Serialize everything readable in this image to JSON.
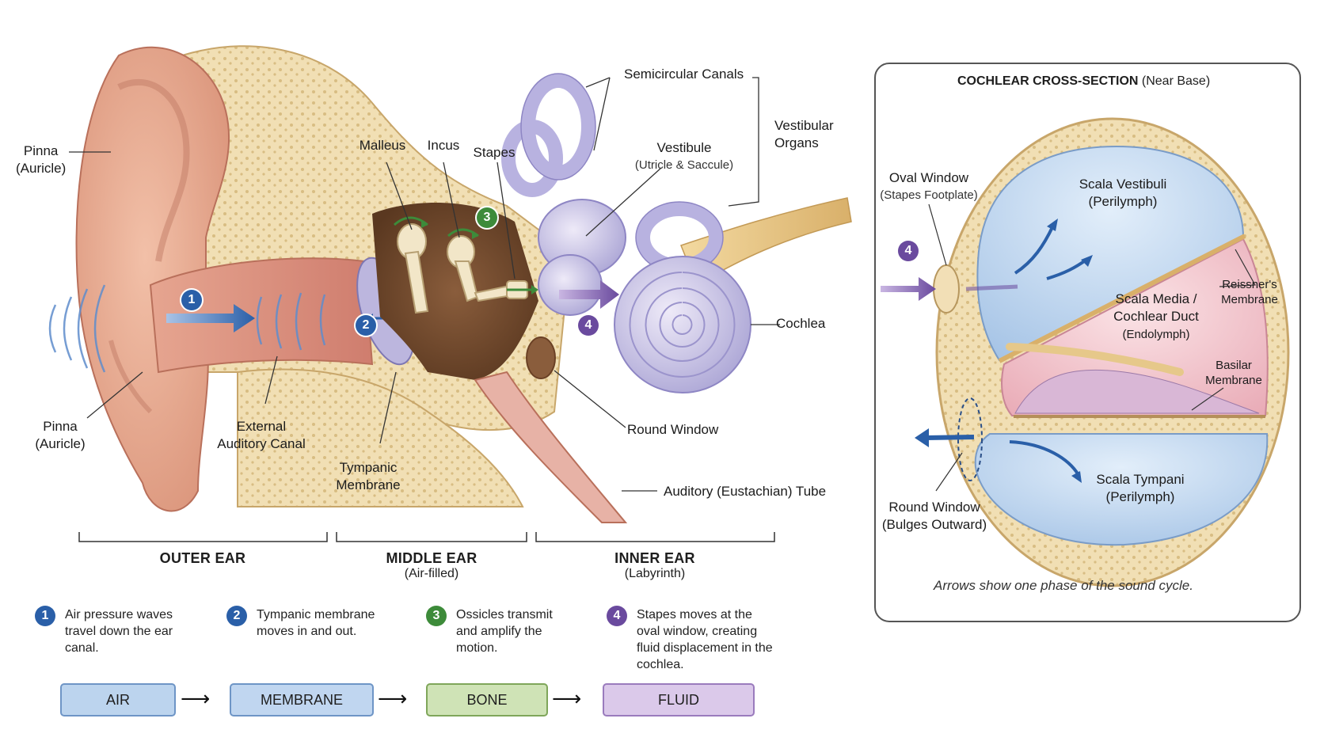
{
  "labels": {
    "pinna_top": "Pinna",
    "pinna_top_sub": "(Auricle)",
    "pinna_bottom": "Pinna",
    "pinna_bottom_sub": "(Auricle)",
    "ext_canal_1": "External",
    "ext_canal_2": "Auditory Canal",
    "malleus": "Malleus",
    "incus": "Incus",
    "stapes": "Stapes",
    "tympanic_1": "Tympanic",
    "tympanic_2": "Membrane",
    "semicircular": "Semicircular Canals",
    "vestibular_1": "Vestibular",
    "vestibular_2": "Organs",
    "vestibule": "Vestibule",
    "vestibule_sub": "(Utricle & Saccule)",
    "cochlea": "Cochlea",
    "round_window": "Round Window",
    "eustachian": "Auditory (Eustachian) Tube"
  },
  "badges": [
    "1",
    "2",
    "3",
    "4"
  ],
  "sections": [
    {
      "title": "OUTER EAR",
      "sub": ""
    },
    {
      "title": "MIDDLE EAR",
      "sub": "(Air-filled)"
    },
    {
      "title": "INNER EAR",
      "sub": "(Labyrinth)"
    }
  ],
  "steps": [
    {
      "num": "1",
      "text": "Air pressure waves travel down the ear canal."
    },
    {
      "num": "2",
      "text": "Tympanic membrane moves in and out."
    },
    {
      "num": "3",
      "text": "Ossicles transmit and amplify the motion."
    },
    {
      "num": "4",
      "text": "Stapes moves at the oval window, creating fluid displacement in the cochlea."
    }
  ],
  "flow": [
    "AIR",
    "MEMBRANE",
    "BONE",
    "FLUID"
  ],
  "inset": {
    "title_bold": "COCHLEAR CROSS-SECTION",
    "title_rest": " (Near Base)",
    "oval_window": "Oval Window",
    "oval_window_sub": "(Stapes Footplate)",
    "scala_vestibuli": "Scala Vestibuli",
    "scala_vestibuli_sub": "(Perilymph)",
    "reissners_1": "Reissner's",
    "reissners_2": "Membrane",
    "scala_media_1": "Scala Media /",
    "scala_media_2": "Cochlear Duct",
    "scala_media_sub": "(Endolymph)",
    "basilar_1": "Basilar",
    "basilar_2": "Membrane",
    "scala_tympani": "Scala Tympani",
    "scala_tympani_sub": "(Perilymph)",
    "round_window": "Round Window",
    "round_window_sub": "(Bulges Outward)",
    "badge": "4",
    "caption": "Arrows show one phase of the sound cycle."
  },
  "colors": {
    "air_blue": "#2a5fa8",
    "bone_green": "#3d8b3a",
    "fluid_purple": "#6a4a9e"
  }
}
